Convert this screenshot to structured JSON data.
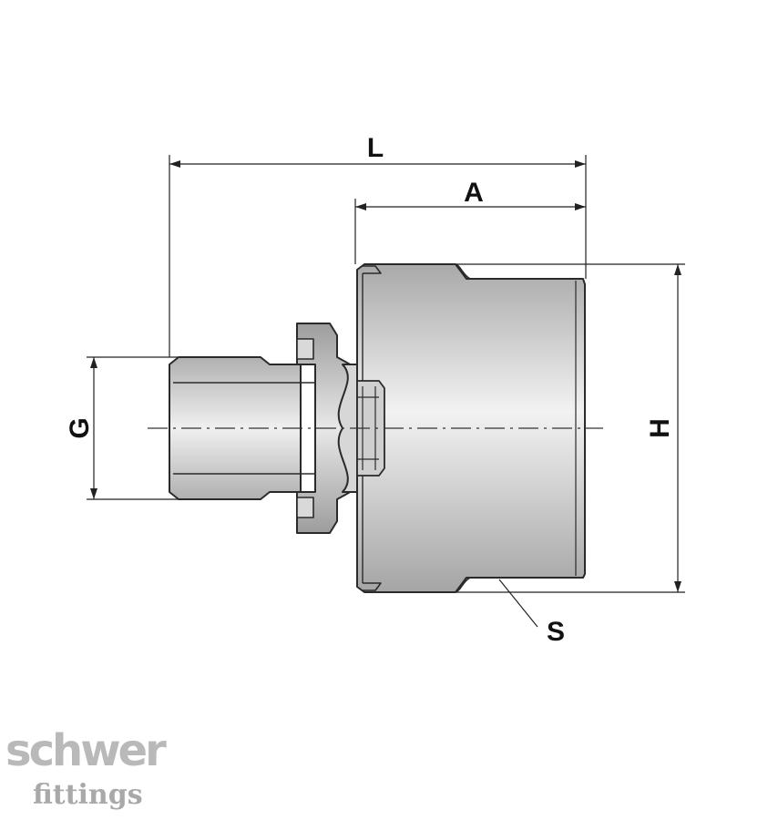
{
  "dimensions": {
    "length": "L",
    "body_length": "A",
    "height": "H",
    "thread": "G",
    "wrench_size": "S"
  },
  "logo": {
    "line1": "schwer",
    "line2": "fittings"
  },
  "colors": {
    "outline": "#2a2a2a",
    "body_light": "#f0f0f0",
    "body_dark": "#a8a8a8",
    "logo": "#b5b5b5"
  }
}
